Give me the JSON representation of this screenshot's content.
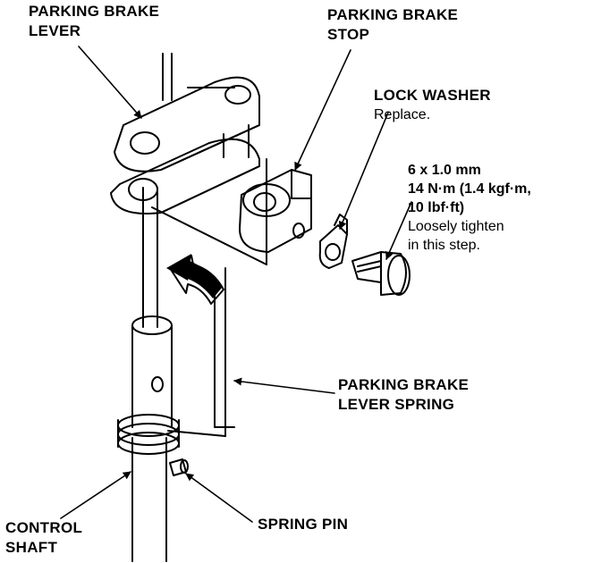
{
  "labels": {
    "parking_brake_lever": [
      "PARKING BRAKE",
      "LEVER"
    ],
    "parking_brake_stop": [
      "PARKING BRAKE",
      "STOP"
    ],
    "lock_washer": {
      "title": "LOCK WASHER",
      "note": "Replace."
    },
    "bolt": {
      "size": "6 x 1.0 mm",
      "torque": [
        "14 N·m (1.4 kgf·m,",
        "10 lbf·ft)"
      ],
      "note": [
        "Loosely tighten",
        "in this step."
      ]
    },
    "parking_brake_lever_spring": [
      "PARKING BRAKE",
      "LEVER SPRING"
    ],
    "control_shaft": [
      "CONTROL",
      "SHAFT"
    ],
    "spring_pin": "SPRING PIN"
  },
  "colors": {
    "ink": "#000000",
    "paper": "#ffffff"
  }
}
